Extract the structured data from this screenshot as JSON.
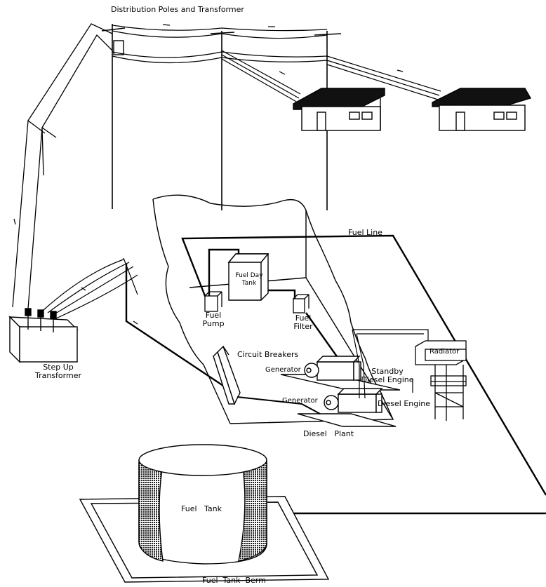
{
  "labels": {
    "distribution": "Distribution Poles and Transformer",
    "fuel_line": "Fuel Line",
    "fuel_day_tank_1": "Fuel Day",
    "fuel_day_tank_2": "Tank",
    "fuel_pump_1": "Fuel",
    "fuel_pump_2": "Pump",
    "fuel_filter_1": "Fuel",
    "fuel_filter_2": "Filter",
    "radiator": "Radiator",
    "circuit_breakers": "Circuit Breakers",
    "generator_1": "Generator",
    "generator_2": "Generator",
    "standby_1": "Standby",
    "standby_2": "Diesel Engine",
    "diesel_engine": "Diesel Engine",
    "step_up_1": "Step Up",
    "step_up_2": "Transformer",
    "diesel_plant": "Diesel   Plant",
    "fuel_tank": "Fuel   Tank",
    "fuel_tank_berm": "Fuel  Tank  Berm"
  }
}
